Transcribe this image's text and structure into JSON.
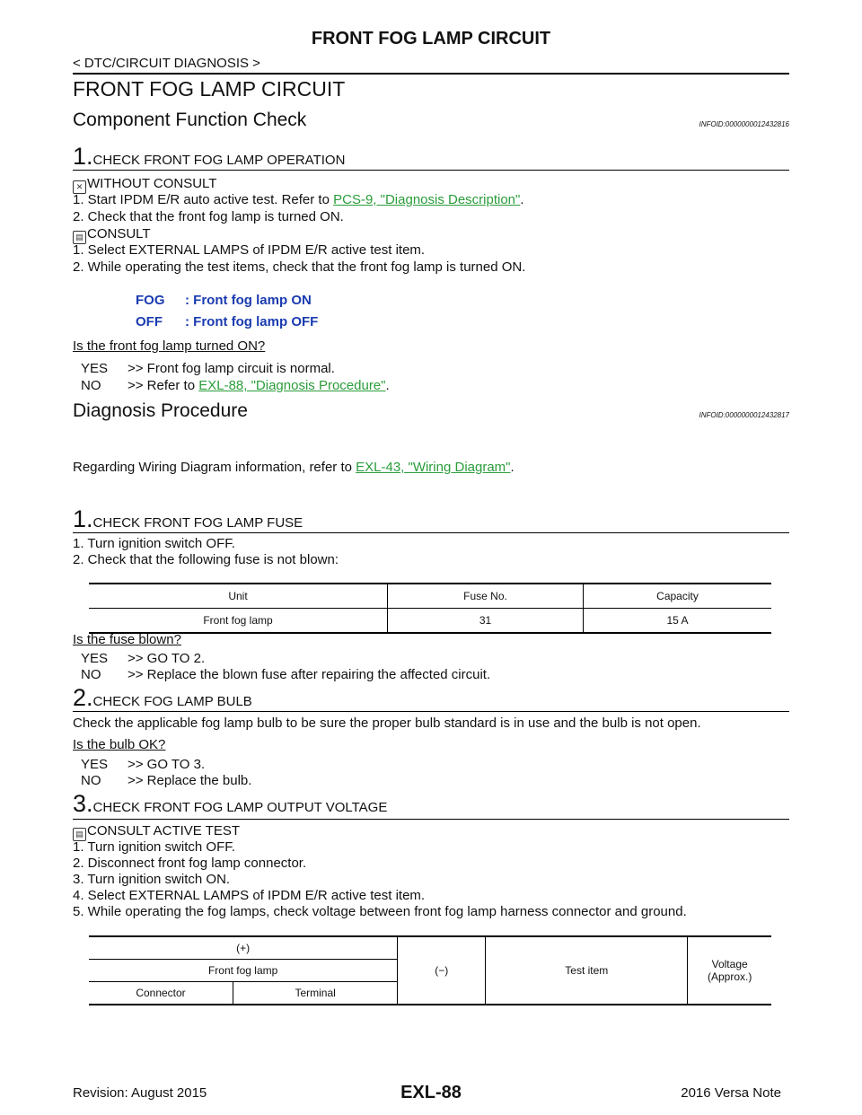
{
  "header": {
    "title": "FRONT FOG LAMP CIRCUIT",
    "breadcrumb": "< DTC/CIRCUIT DIAGNOSIS >"
  },
  "section_title": "FRONT FOG LAMP CIRCUIT",
  "component_check": {
    "title": "Component Function Check",
    "infoid": "INFOID:0000000012432816",
    "step1": {
      "num": "1.",
      "title": "CHECK FRONT FOG LAMP OPERATION",
      "without_consult": "WITHOUT CONSULT",
      "wc_1_pre": "1.   Start IPDM E/R auto active test. Refer to ",
      "wc_1_link": "PCS-9, \"Diagnosis Description\"",
      "wc_1_post": ".",
      "wc_2": "2.   Check that the front fog lamp is turned ON.",
      "consult": "CONSULT",
      "c_1": "1.   Select EXTERNAL LAMPS of IPDM E/R active test item.",
      "c_2": "2.   While operating the test items, check that the front fog lamp is turned ON.",
      "fog_key": "FOG",
      "fog_val": ": Front fog lamp ON",
      "off_key": "OFF",
      "off_val": ": Front fog lamp OFF",
      "question": "Is the front fog lamp turned ON?",
      "yes_label": "YES",
      "yes_text": ">> Front fog lamp circuit is normal.",
      "no_label": "NO",
      "no_pre": ">> Refer to ",
      "no_link": "EXL-88, \"Diagnosis Procedure\"",
      "no_post": "."
    }
  },
  "diagnosis": {
    "title": "Diagnosis Procedure",
    "infoid": "INFOID:0000000012432817",
    "wiring_pre": "Regarding Wiring Diagram information, refer to ",
    "wiring_link": "EXL-43, \"Wiring Diagram\"",
    "wiring_post": ".",
    "step1": {
      "num": "1.",
      "title": "CHECK FRONT FOG LAMP FUSE",
      "l1": "1.   Turn ignition switch OFF.",
      "l2": "2.   Check that the following fuse is not blown:",
      "table": {
        "headers": [
          "Unit",
          "Fuse No.",
          "Capacity"
        ],
        "row": [
          "Front fog lamp",
          "31",
          "15 A"
        ]
      },
      "question": "Is the fuse blown?",
      "yes_label": "YES",
      "yes_text": ">> GO TO 2.",
      "no_label": "NO",
      "no_text": ">> Replace the blown fuse after repairing the affected circuit."
    },
    "step2": {
      "num": "2.",
      "title": "CHECK FOG LAMP BULB",
      "text": "Check the applicable fog lamp bulb to be sure the proper bulb standard is in use and the bulb is not open.",
      "question": "Is the bulb OK?",
      "yes_label": "YES",
      "yes_text": ">> GO TO 3.",
      "no_label": "NO",
      "no_text": ">> Replace the bulb."
    },
    "step3": {
      "num": "3.",
      "title": "CHECK FRONT FOG LAMP OUTPUT VOLTAGE",
      "consult": "CONSULT ACTIVE TEST",
      "l1": "1.   Turn ignition switch OFF.",
      "l2": "2.   Disconnect front fog lamp connector.",
      "l3": "3.   Turn ignition switch ON.",
      "l4": "4.   Select EXTERNAL LAMPS of IPDM E/R active test item.",
      "l5": "5.   While operating the fog lamps, check voltage between front fog lamp harness connector and ground.",
      "table": {
        "plus": "(+)",
        "front_fog_lamp": "Front fog lamp",
        "connector": "Connector",
        "terminal": "Terminal",
        "minus": "(−)",
        "test_item": "Test item",
        "voltage": "Voltage",
        "approx": "(Approx.)"
      }
    }
  },
  "footer": {
    "revision": "Revision: August 2015",
    "page": "EXL-88",
    "model": "2016 Versa Note"
  }
}
